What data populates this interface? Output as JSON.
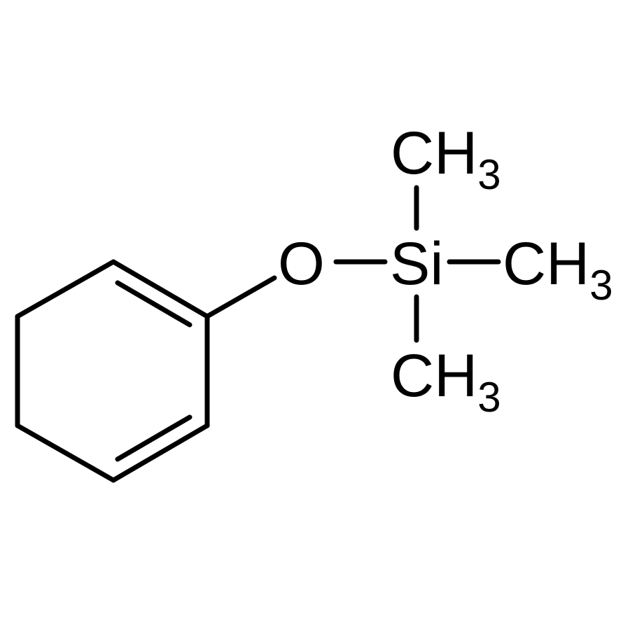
{
  "atoms": {
    "oxygen": "O",
    "silicon": "Si",
    "methyl_top": {
      "main": "CH",
      "sub": "3"
    },
    "methyl_right": {
      "main": "CH",
      "sub": "3"
    },
    "methyl_bottom": {
      "main": "CH",
      "sub": "3"
    }
  },
  "colors": {
    "ink": "#000000",
    "background": "#ffffff"
  }
}
